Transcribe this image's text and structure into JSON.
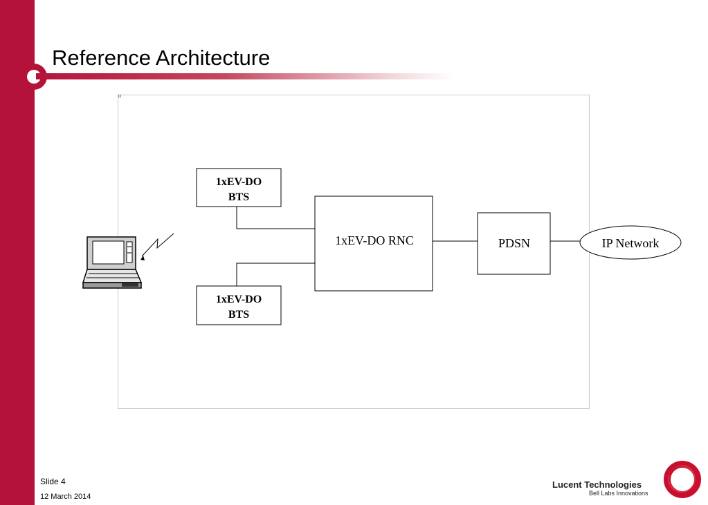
{
  "slide": {
    "title": "Reference Architecture",
    "number_label": "Slide 4",
    "date": "12 March 2014"
  },
  "diagram": {
    "bts_top": {
      "line1": "1xEV-DO",
      "line2": "BTS"
    },
    "bts_bottom": {
      "line1": "1xEV-DO",
      "line2": "BTS"
    },
    "rnc": {
      "label": "1xEV-DO RNC"
    },
    "pdsn": {
      "label": "PDSN"
    },
    "ip_network": {
      "label": "IP Network"
    }
  },
  "branding": {
    "company": "Lucent Technologies",
    "tagline": "Bell Labs Innovations"
  },
  "colors": {
    "accent": "#b5123a",
    "logo_red": "#c8102e"
  },
  "icons": {
    "device": "laptop-icon",
    "wireless": "wireless-link-icon",
    "logo": "lucent-innovation-ring-icon"
  }
}
